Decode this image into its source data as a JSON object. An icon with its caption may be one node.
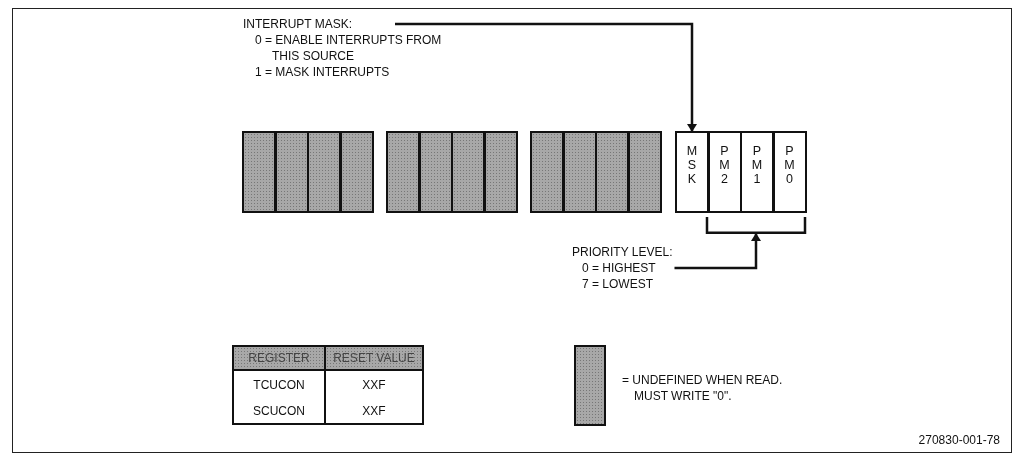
{
  "diagram": {
    "nodes": [
      {
        "text": [
          "INTERRUPT MASK:",
          "0 = ENABLE INTERRUPTS FROM THIS SOURCE",
          "1 = MASK INTERRUPTS"
        ]
      },
      {
        "text": [],
        "shape": "box"
      },
      {
        "text": [],
        "shape": "box"
      },
      {
        "text": [],
        "shape": "box"
      },
      {
        "text": [],
        "shape": "box"
      },
      {
        "text": [],
        "shape": "box"
      },
      {
        "text": [],
        "shape": "box"
      },
      {
        "text": [],
        "shape": "box"
      },
      {
        "text": [],
        "shape": "box"
      },
      {
        "text": [],
        "shape": "box"
      },
      {
        "text": [],
        "shape": "box"
      },
      {
        "text": [],
        "shape": "box"
      },
      {
        "text": [],
        "shape": "box"
      },
      {
        "text": [
          "MSK"
        ]
      },
      {
        "text": [
          "PM2"
        ]
      },
      {
        "text": [
          "PM1"
        ]
      },
      {
        "text": [
          "PM0"
        ]
      },
      {
        "text": [],
        "shape": "bracket"
      },
      {
        "text": [
          "PRIORITY LEVEL:",
          "0 = HIGHEST",
          "7 = LOWEST"
        ]
      }
    ],
    "edges": [
      {
        "from": 0,
        "to": 13,
        "arrow": "to"
      },
      {
        "from": 18,
        "to": 17,
        "arrow": "to"
      }
    ],
    "labels": [
      "REGISTER",
      "RESET VALUE",
      "TCUCON",
      "XXF",
      "SCUCON",
      "XXF",
      "270830-001-78"
    ],
    "legend": [
      {
        "text": "= UNDEFINED WHEN READ. MUST WRITE \"0\".",
        "color": "#a8a8a8"
      }
    ]
  }
}
